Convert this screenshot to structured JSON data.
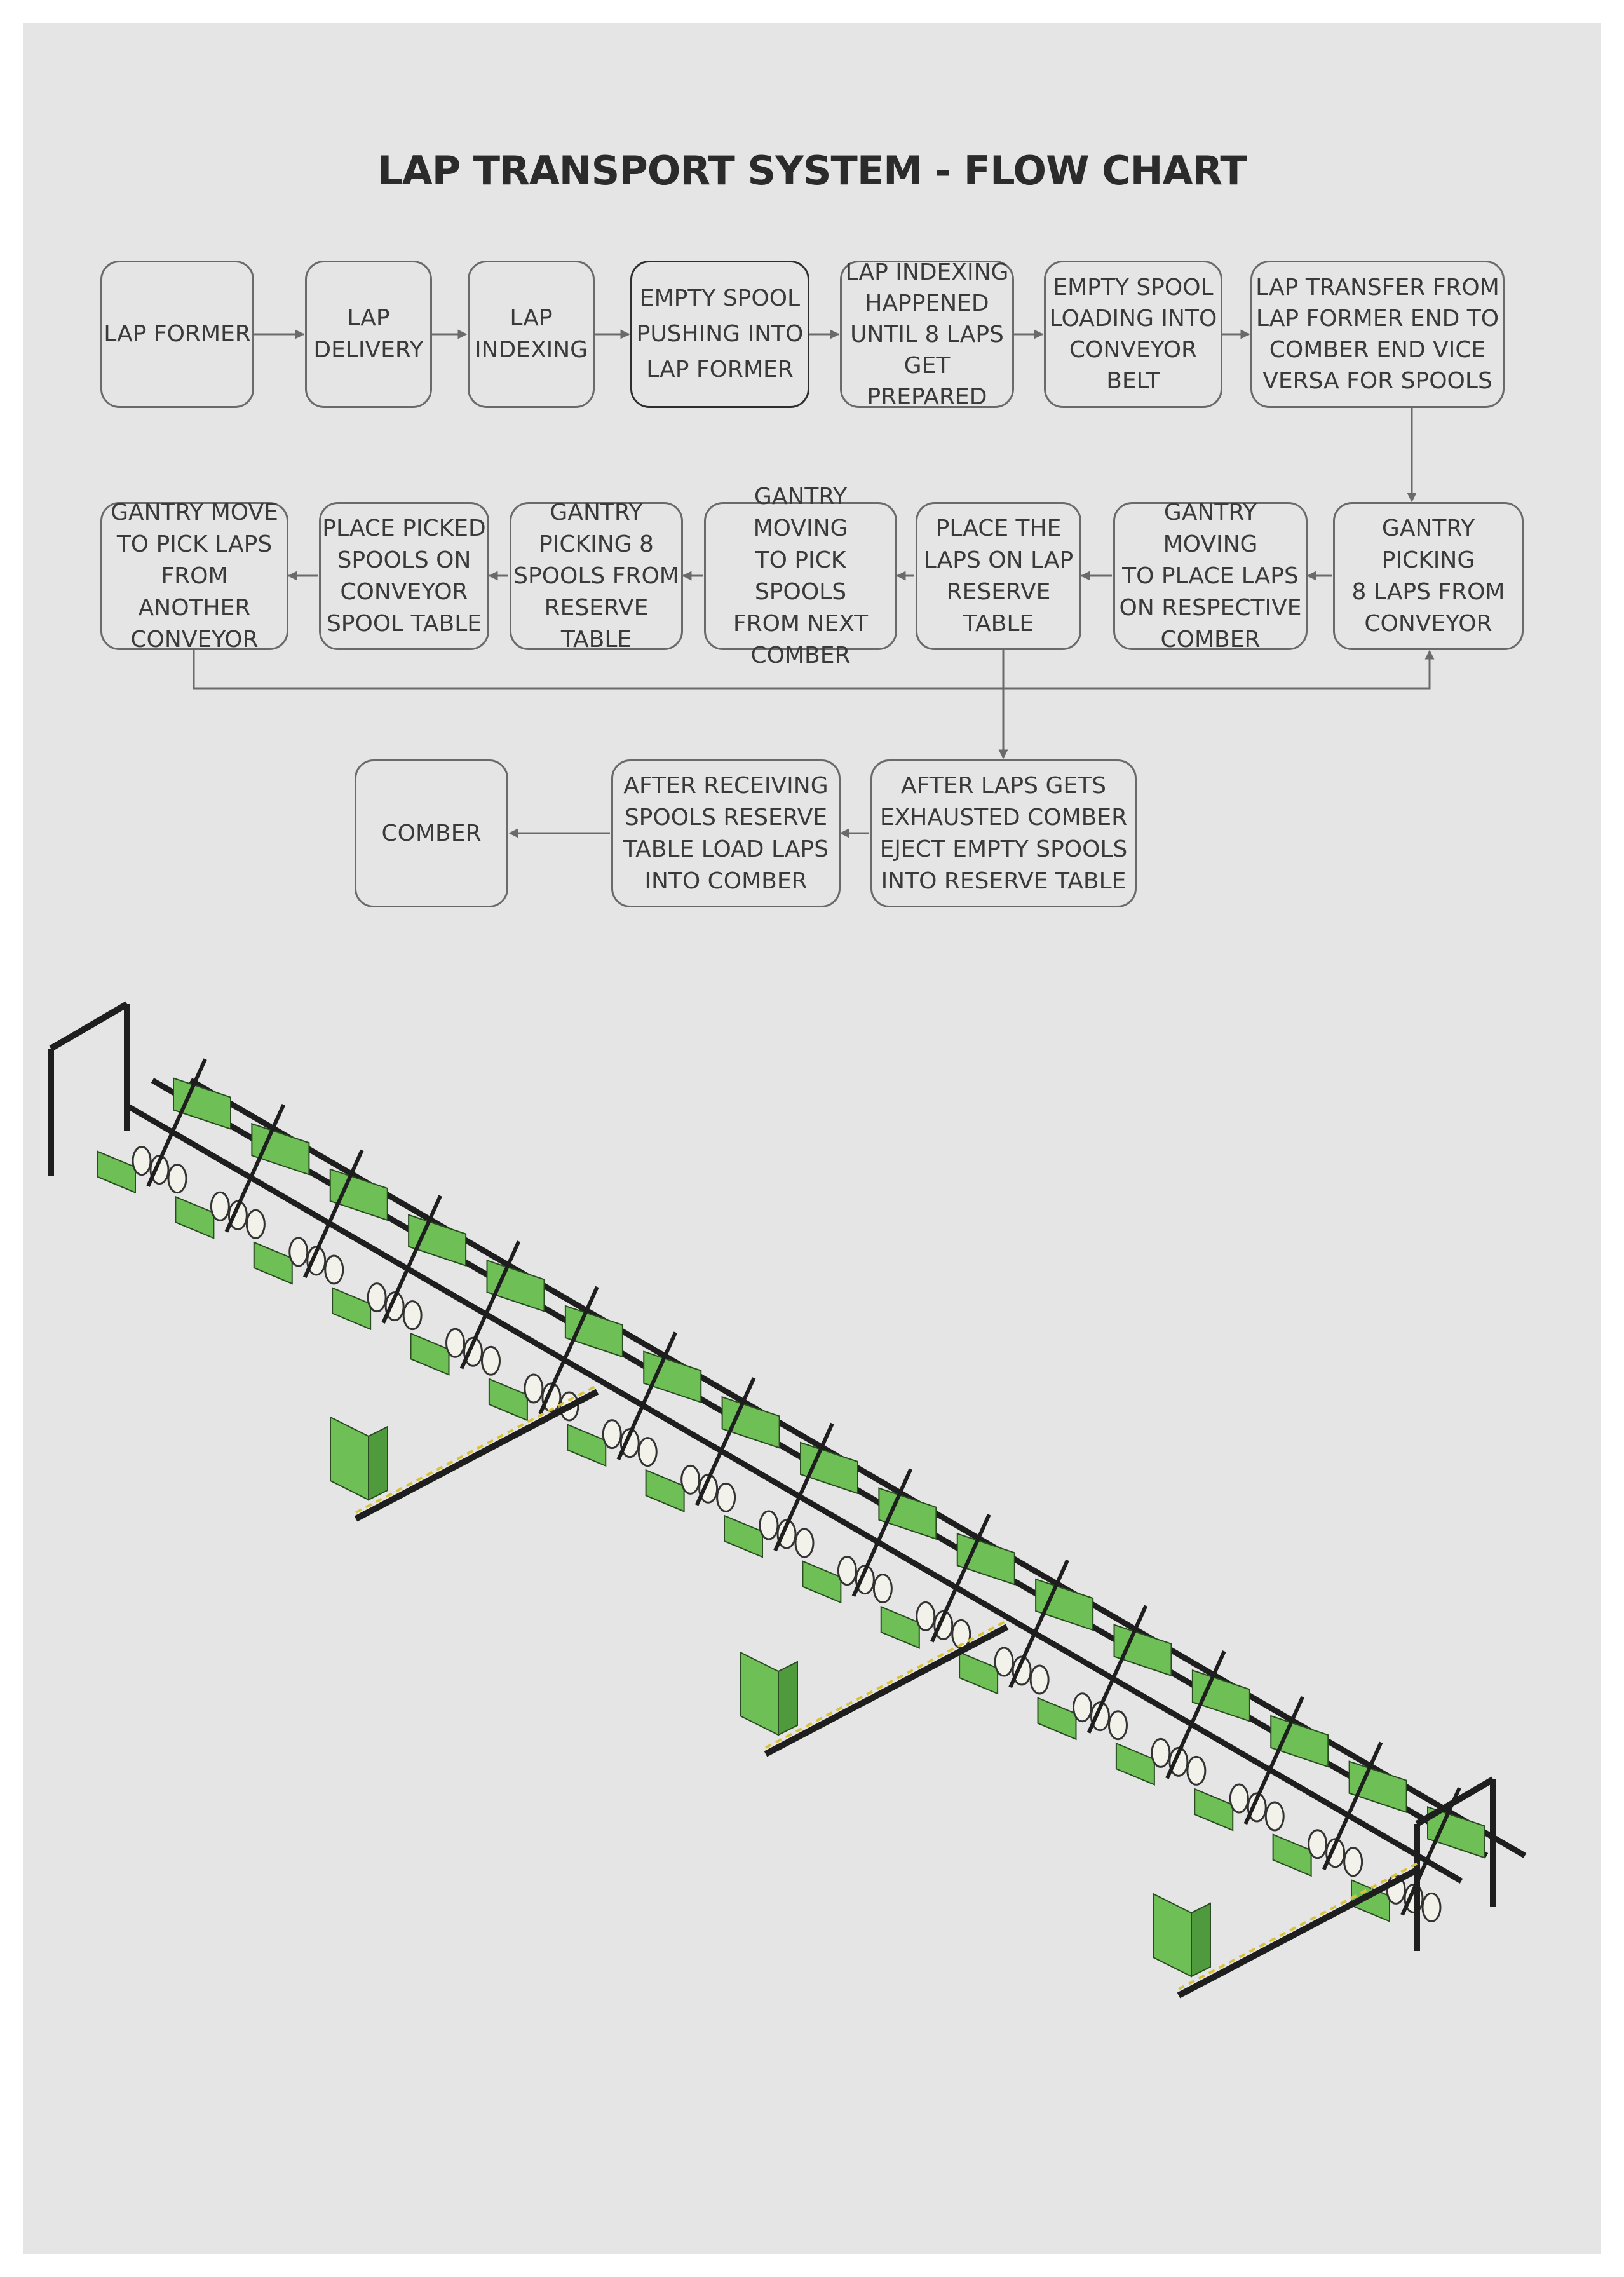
{
  "title": "LAP TRANSPORT SYSTEM  - FLOW CHART",
  "colors": {
    "background": "#e4e5e4",
    "border": "#6a6a6a",
    "text": "#3a3a3a",
    "machine_green": "#6fbf57",
    "machine_frame": "#1e1e1e"
  },
  "flow": {
    "row1": [
      {
        "id": "b1",
        "label": "LAP FORMER"
      },
      {
        "id": "b2",
        "label": "LAP\nDELIVERY"
      },
      {
        "id": "b3",
        "label": "LAP\nINDEXING"
      },
      {
        "id": "b4",
        "label": "EMPTY SPOOL\nPUSHING INTO\nLAP FORMER"
      },
      {
        "id": "b5",
        "label": "LAP INDEXING\nHAPPENED\nUNTIL 8 LAPS\nGET  PREPARED"
      },
      {
        "id": "b6",
        "label": "EMPTY SPOOL\nLOADING INTO\nCONVEYOR\nBELT"
      },
      {
        "id": "b7",
        "label": "LAP TRANSFER FROM\nLAP FORMER END TO\nCOMBER END VICE\nVERSA FOR SPOOLS"
      }
    ],
    "row2": [
      {
        "id": "b8",
        "label": "GANTRY PICKING\n8 LAPS FROM\nCONVEYOR"
      },
      {
        "id": "b9",
        "label": "GANTRY MOVING\nTO PLACE LAPS\nON RESPECTIVE\nCOMBER"
      },
      {
        "id": "b10",
        "label": "PLACE THE\nLAPS ON LAP\nRESERVE TABLE"
      },
      {
        "id": "b11",
        "label": "GANTRY MOVING\nTO PICK SPOOLS\nFROM NEXT\nCOMBER"
      },
      {
        "id": "b12",
        "label": "GANTRY\nPICKING 8\nSPOOLS FROM\nRESERVE TABLE"
      },
      {
        "id": "b13",
        "label": "PLACE PICKED\nSPOOLS ON\nCONVEYOR\nSPOOL TABLE"
      },
      {
        "id": "b14",
        "label": "GANTRY MOVE\nTO PICK LAPS\nFROM ANOTHER\nCONVEYOR"
      }
    ],
    "row3": [
      {
        "id": "b15",
        "label": "AFTER LAPS GETS\nEXHAUSTED COMBER\nEJECT EMPTY SPOOLS\nINTO RESERVE TABLE"
      },
      {
        "id": "b16",
        "label": "AFTER RECEIVING\nSPOOLS RESERVE\nTABLE LOAD LAPS\nINTO COMBER"
      },
      {
        "id": "b17",
        "label": "COMBER"
      }
    ]
  }
}
